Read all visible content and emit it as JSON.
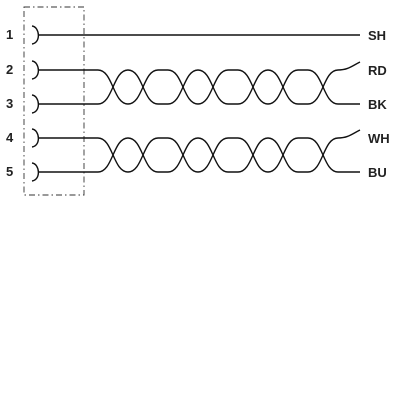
{
  "pins": [
    {
      "number": "1"
    },
    {
      "number": "2"
    },
    {
      "number": "3"
    },
    {
      "number": "4"
    },
    {
      "number": "5"
    }
  ],
  "wires": [
    {
      "label": "SH",
      "pin": "1",
      "twisted": false
    },
    {
      "label": "RD",
      "pin": "2",
      "twisted": true,
      "pair": 1
    },
    {
      "label": "BK",
      "pin": "3",
      "twisted": true,
      "pair": 1
    },
    {
      "label": "WH",
      "pin": "4",
      "twisted": true,
      "pair": 2
    },
    {
      "label": "BU",
      "pin": "5",
      "twisted": true,
      "pair": 2
    }
  ]
}
